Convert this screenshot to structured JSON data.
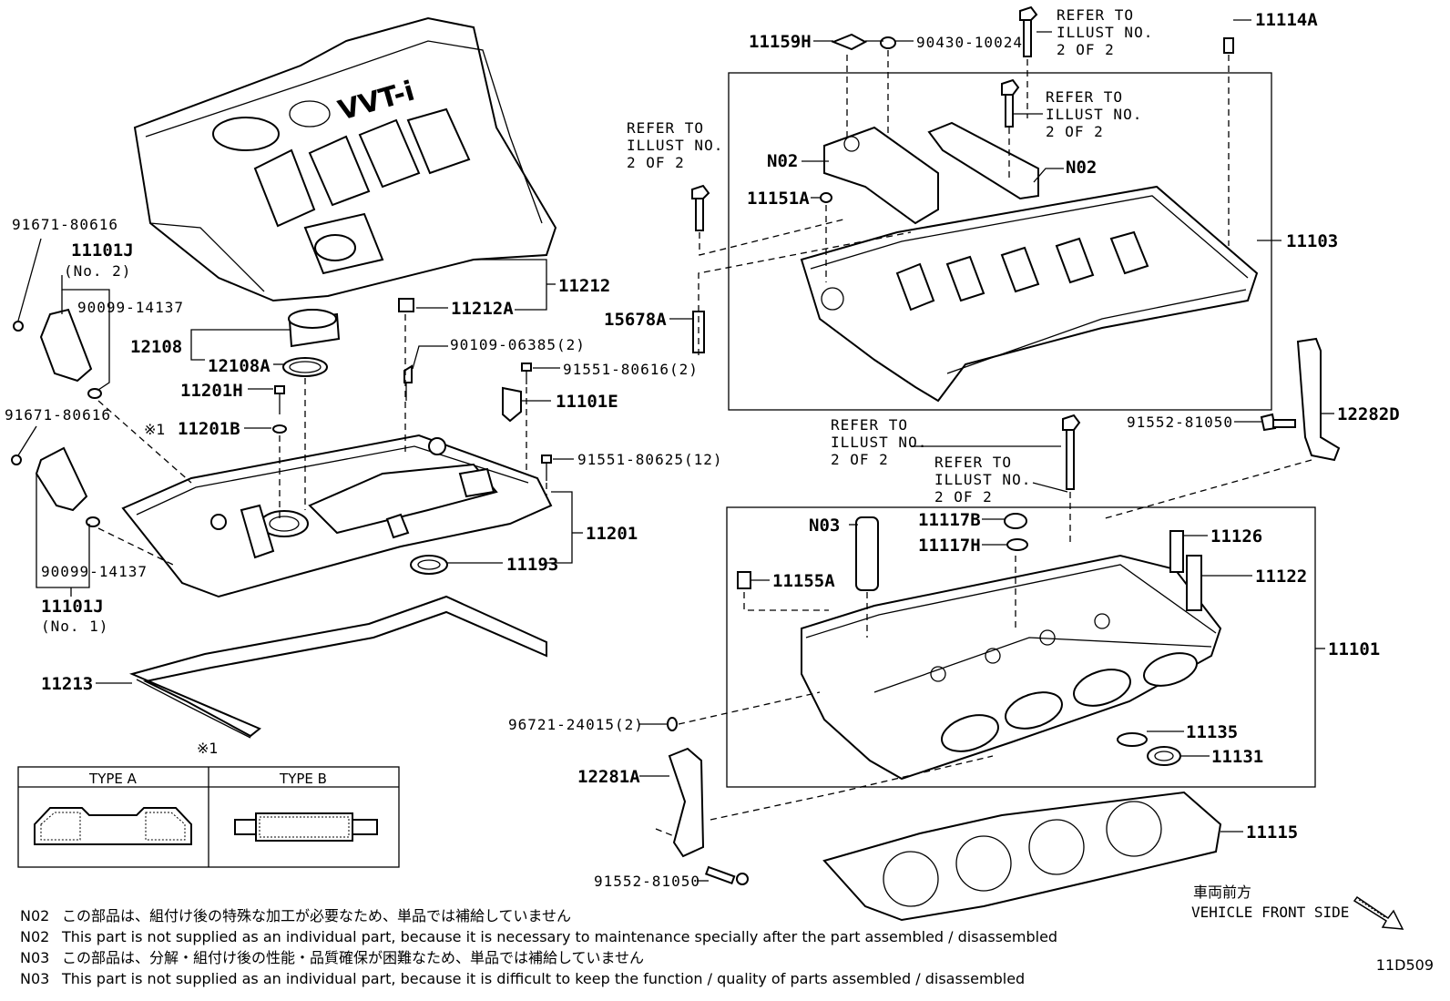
{
  "labels": {
    "l11212": "11212",
    "l11212A": "11212A",
    "l12108": "12108",
    "l12108A": "12108A",
    "l11201H": "11201H",
    "l11201B": "11201B",
    "mark1": "※1",
    "l90109": "90109-06385(2)",
    "l91551_616": "91551-80616(2)",
    "l11101E": "11101E",
    "l91551_625": "91551-80625(12)",
    "l11201": "11201",
    "l11193": "11193",
    "l91671_top": "91671-80616",
    "l11101J_2": "11101J",
    "l11101J_2_sub": "(No. 2)",
    "l90099_top": "90099-14137",
    "l91671_bot": "91671-80616",
    "l90099_bot": "90099-14137",
    "l11101J_1": "11101J",
    "l11101J_1_sub": "(No. 1)",
    "l11213": "11213",
    "l11159H": "11159H",
    "l90430": "90430-10024",
    "l11114A": "11114A",
    "lN02_left": "N02",
    "lN02_right": "N02",
    "l11151A": "11151A",
    "l11103": "11103",
    "l15678A": "15678A",
    "l91552_top": "91552-81050",
    "l12282D": "12282D",
    "lN03": "N03",
    "l11117B": "11117B",
    "l11117H": "11117H",
    "l11126": "11126",
    "l11122": "11122",
    "l11155A": "11155A",
    "l11101": "11101",
    "l96721": "96721-24015(2)",
    "l11135": "11135",
    "l11131": "11131",
    "l12281A": "12281A",
    "l11115": "11115",
    "l91552_bot": "91552-81050"
  },
  "refer_blocks": {
    "a": [
      "REFER TO",
      "ILLUST NO.",
      "2 OF 2"
    ],
    "b": [
      "REFER TO",
      "ILLUST NO.",
      "2 OF 2"
    ],
    "c": [
      "REFER TO",
      "ILLUST NO.",
      "2 OF 2"
    ],
    "d": [
      "REFER TO",
      "ILLUST NO.",
      "2 OF 2"
    ],
    "e": [
      "REFER TO",
      "ILLUST NO.",
      "2 OF 2"
    ]
  },
  "type_table": {
    "mark": "※1",
    "col_a": "TYPE A",
    "col_b": "TYPE B"
  },
  "direction": {
    "jp": "車両前方",
    "en": "VEHICLE FRONT SIDE"
  },
  "notes": [
    {
      "code": "N02",
      "text": "この部品は、組付け後の特殊な加工が必要なため、単品では補給していません"
    },
    {
      "code": "N02",
      "text": "This part is not supplied as an individual part, because it is necessary to maintenance specially after the part assembled / disassembled"
    },
    {
      "code": "N03",
      "text": "この部品は、分解・組付け後の性能・品質確保が困難なため、単品では補給していません"
    },
    {
      "code": "N03",
      "text": "This part is not supplied as an individual part, because it is difficult to keep the function / quality of parts  assembled / disassembled"
    }
  ],
  "illustration_id": "11D509",
  "cover_brand": "VVT-i"
}
